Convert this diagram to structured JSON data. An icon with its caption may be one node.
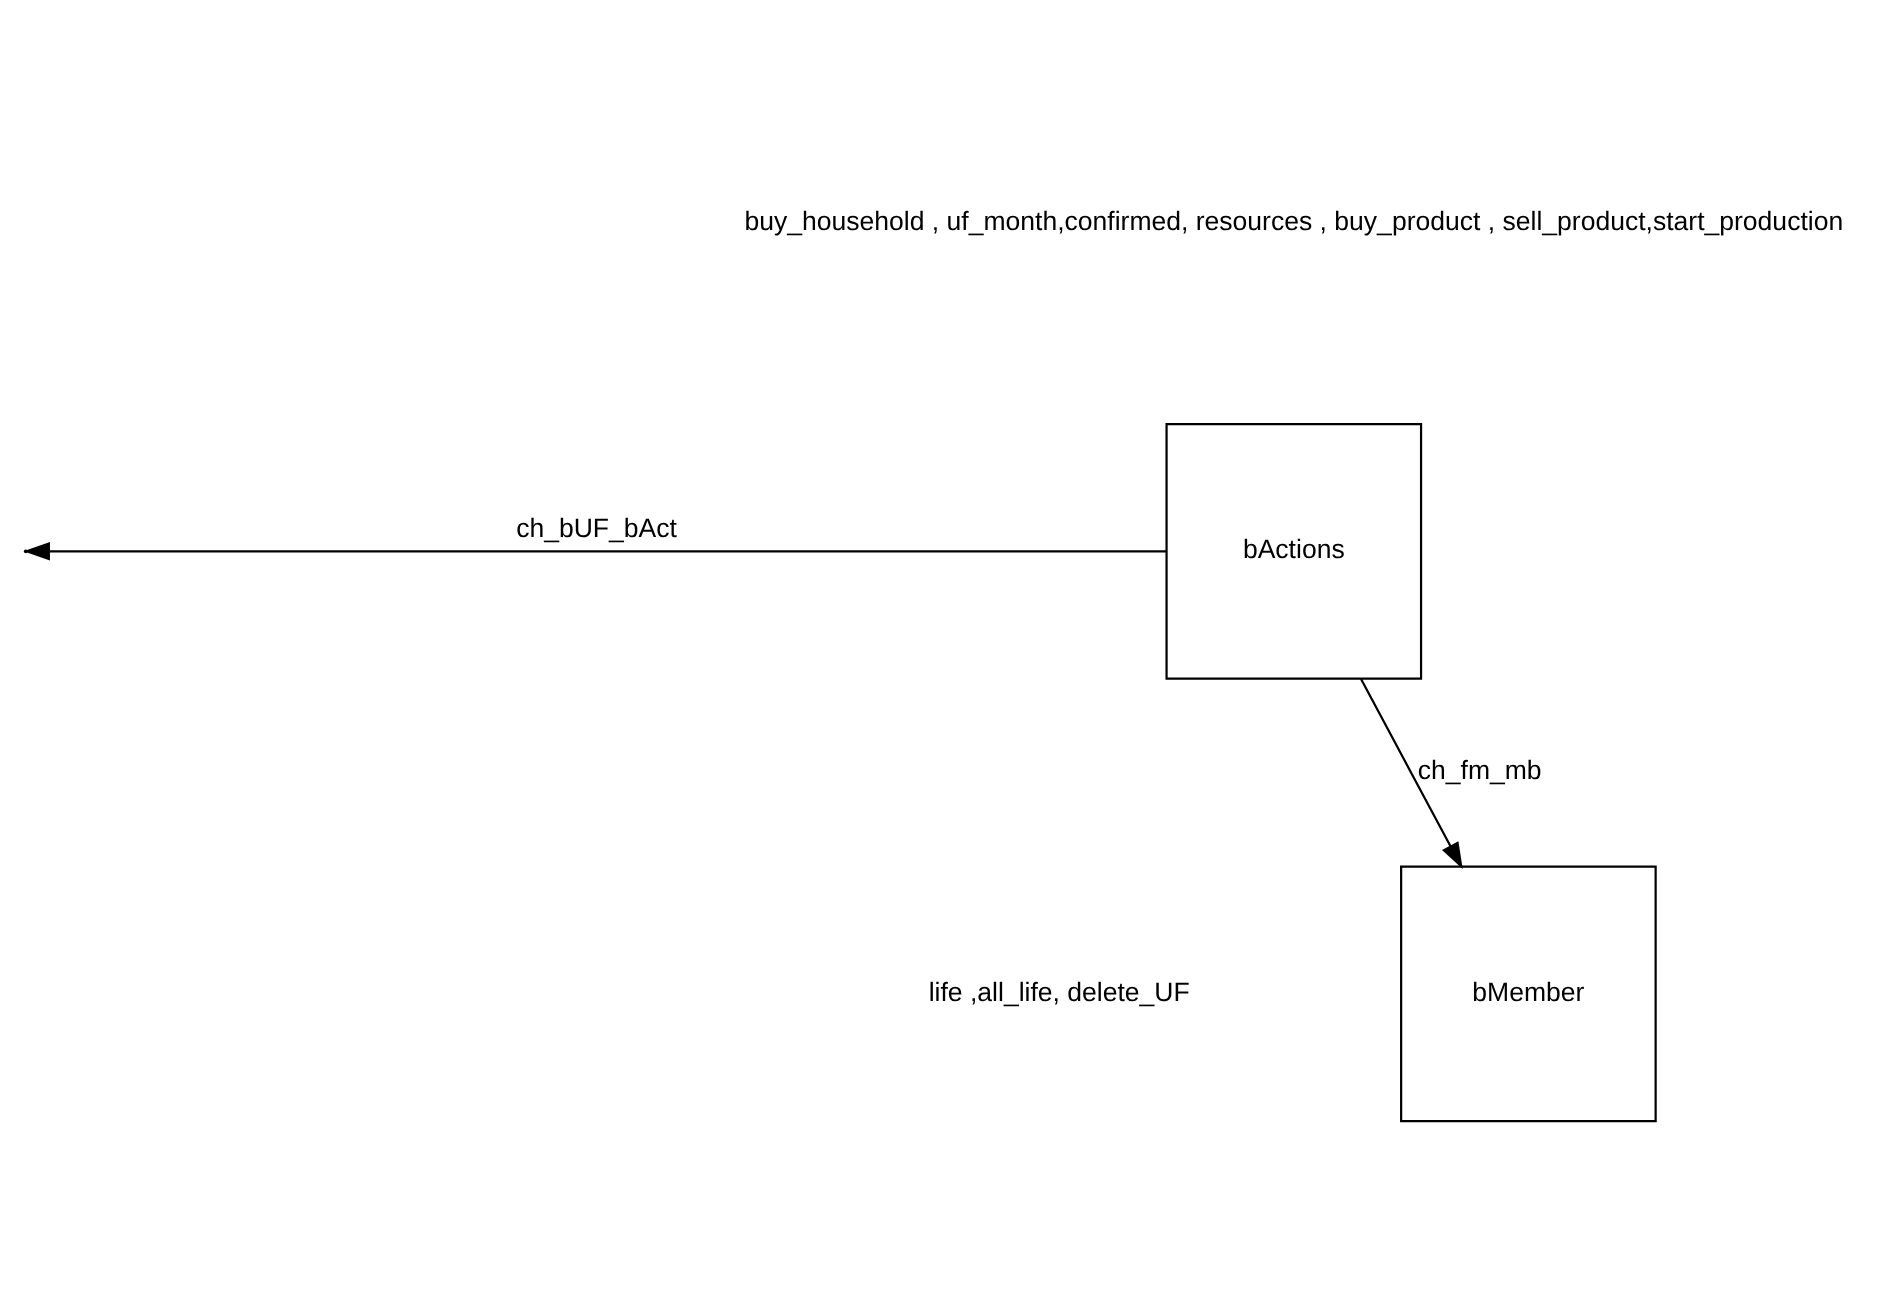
{
  "diagram": {
    "nodes": [
      {
        "text": [
          "bActions"
        ]
      },
      {
        "text": [
          "bMember"
        ]
      }
    ],
    "edges": [
      {
        "from": 0,
        "to": null,
        "arrow": "to",
        "label": "ch_bUF_bAct"
      },
      {
        "from": 0,
        "to": 1,
        "arrow": "to",
        "label": "ch_fm_mb"
      }
    ],
    "labels": [
      "buy_household , uf_month,confirmed, resources , buy_product , sell_product,start_production",
      "life ,all_life, delete_UF"
    ]
  }
}
